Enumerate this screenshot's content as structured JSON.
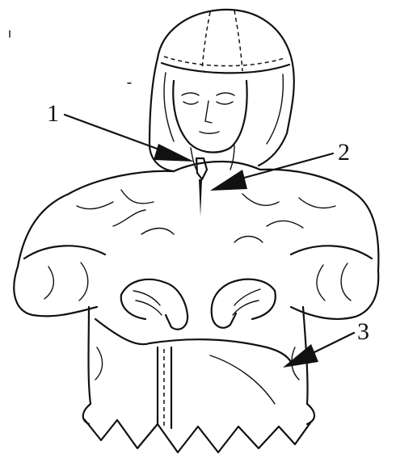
{
  "callouts": [
    {
      "number": "1"
    },
    {
      "number": "2"
    },
    {
      "number": "3"
    }
  ],
  "colors": {
    "ink": "#111111",
    "paper": "#ffffff"
  }
}
